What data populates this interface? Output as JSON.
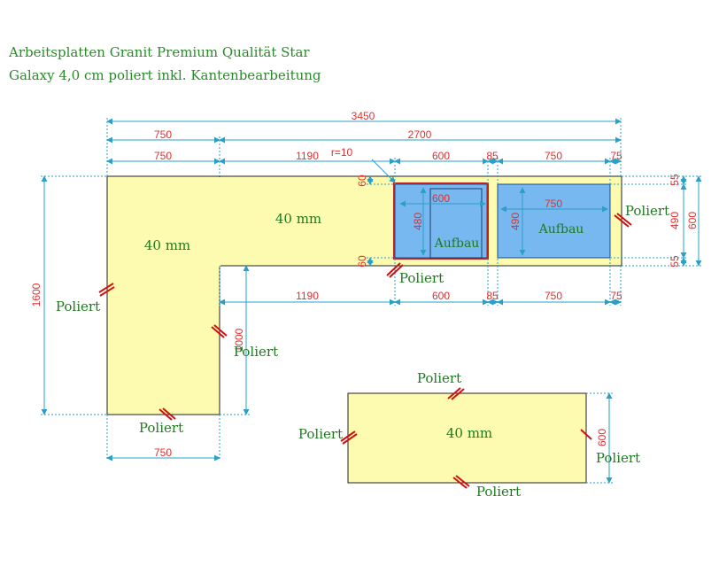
{
  "title": {
    "line1": "Arbeitsplatten Granit Premium Qualität Star",
    "line2": "Galaxy 4,0 cm poliert inkl. Kantenbearbeitung"
  },
  "dims": {
    "total": "3450",
    "left_w": "750",
    "right_w": "2700",
    "left_w2": "750",
    "seg_1190": "1190",
    "seg_600": "600",
    "seg_85": "85",
    "seg_750": "750",
    "seg_75": "75",
    "radius": "r=10",
    "side_60_top": "60",
    "side_60_bot": "60",
    "sink1_w": "600",
    "sink1_h": "480",
    "sink2_w": "750",
    "sink2_h": "490",
    "right_55_top": "55",
    "right_55_bot": "55",
    "right_490": "490",
    "right_600": "600",
    "left_h": "1600",
    "inner_h": "1000",
    "bottom_750": "750",
    "bot_1190": "1190",
    "bot_600": "600",
    "bot_85": "85",
    "bot_750": "750",
    "bot_75": "75",
    "piece2_h": "600"
  },
  "labels": {
    "thickness_left": "40 mm",
    "thickness_top": "40 mm",
    "thickness_piece2": "40 mm",
    "sink1": "Aufbau",
    "sink2": "Aufbau",
    "poliert_left": "Poliert",
    "poliert_inner": "Poliert",
    "poliert_bottom": "Poliert",
    "poliert_front": "Poliert",
    "poliert_right": "Poliert",
    "poliert_p2_top": "Poliert",
    "poliert_p2_left": "Poliert",
    "poliert_p2_right": "Poliert",
    "poliert_p2_bottom": "Poliert"
  },
  "colors": {
    "slab": "#fdfbb0",
    "sink": "#78b8f0",
    "dimension_text": "#e03030",
    "dimension_line": "#2aa0c8",
    "label_text": "#1f7a1f",
    "polish_mark": "#d01010"
  }
}
